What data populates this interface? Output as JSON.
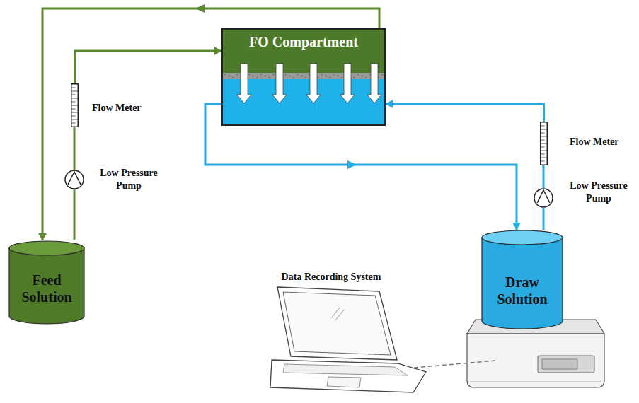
{
  "diagram": {
    "nodes": [
      {
        "text": [
          "FO Compartment"
        ]
      },
      {
        "text": [
          "Feed Solution"
        ]
      },
      {
        "text": [
          "Low Pressure Pump"
        ]
      },
      {
        "text": [
          "Flow Meter"
        ]
      },
      {
        "text": [
          "Draw Solution"
        ]
      },
      {
        "text": [
          "Low Pressure Pump"
        ]
      },
      {
        "text": [
          "Flow Meter"
        ]
      },
      {
        "text": [
          "Data Recording System"
        ]
      }
    ],
    "edges": [
      {
        "from": 1,
        "to": 2,
        "arrow": "none"
      },
      {
        "from": 2,
        "to": 3,
        "arrow": "none"
      },
      {
        "from": 3,
        "to": 0,
        "arrow": "to"
      },
      {
        "from": 0,
        "to": 1,
        "arrow": "to"
      },
      {
        "from": 0,
        "to": 4,
        "arrow": "to"
      },
      {
        "from": 4,
        "to": 5,
        "arrow": "none"
      },
      {
        "from": 5,
        "to": 6,
        "arrow": "none"
      },
      {
        "from": 6,
        "to": 0,
        "arrow": "to"
      }
    ]
  }
}
